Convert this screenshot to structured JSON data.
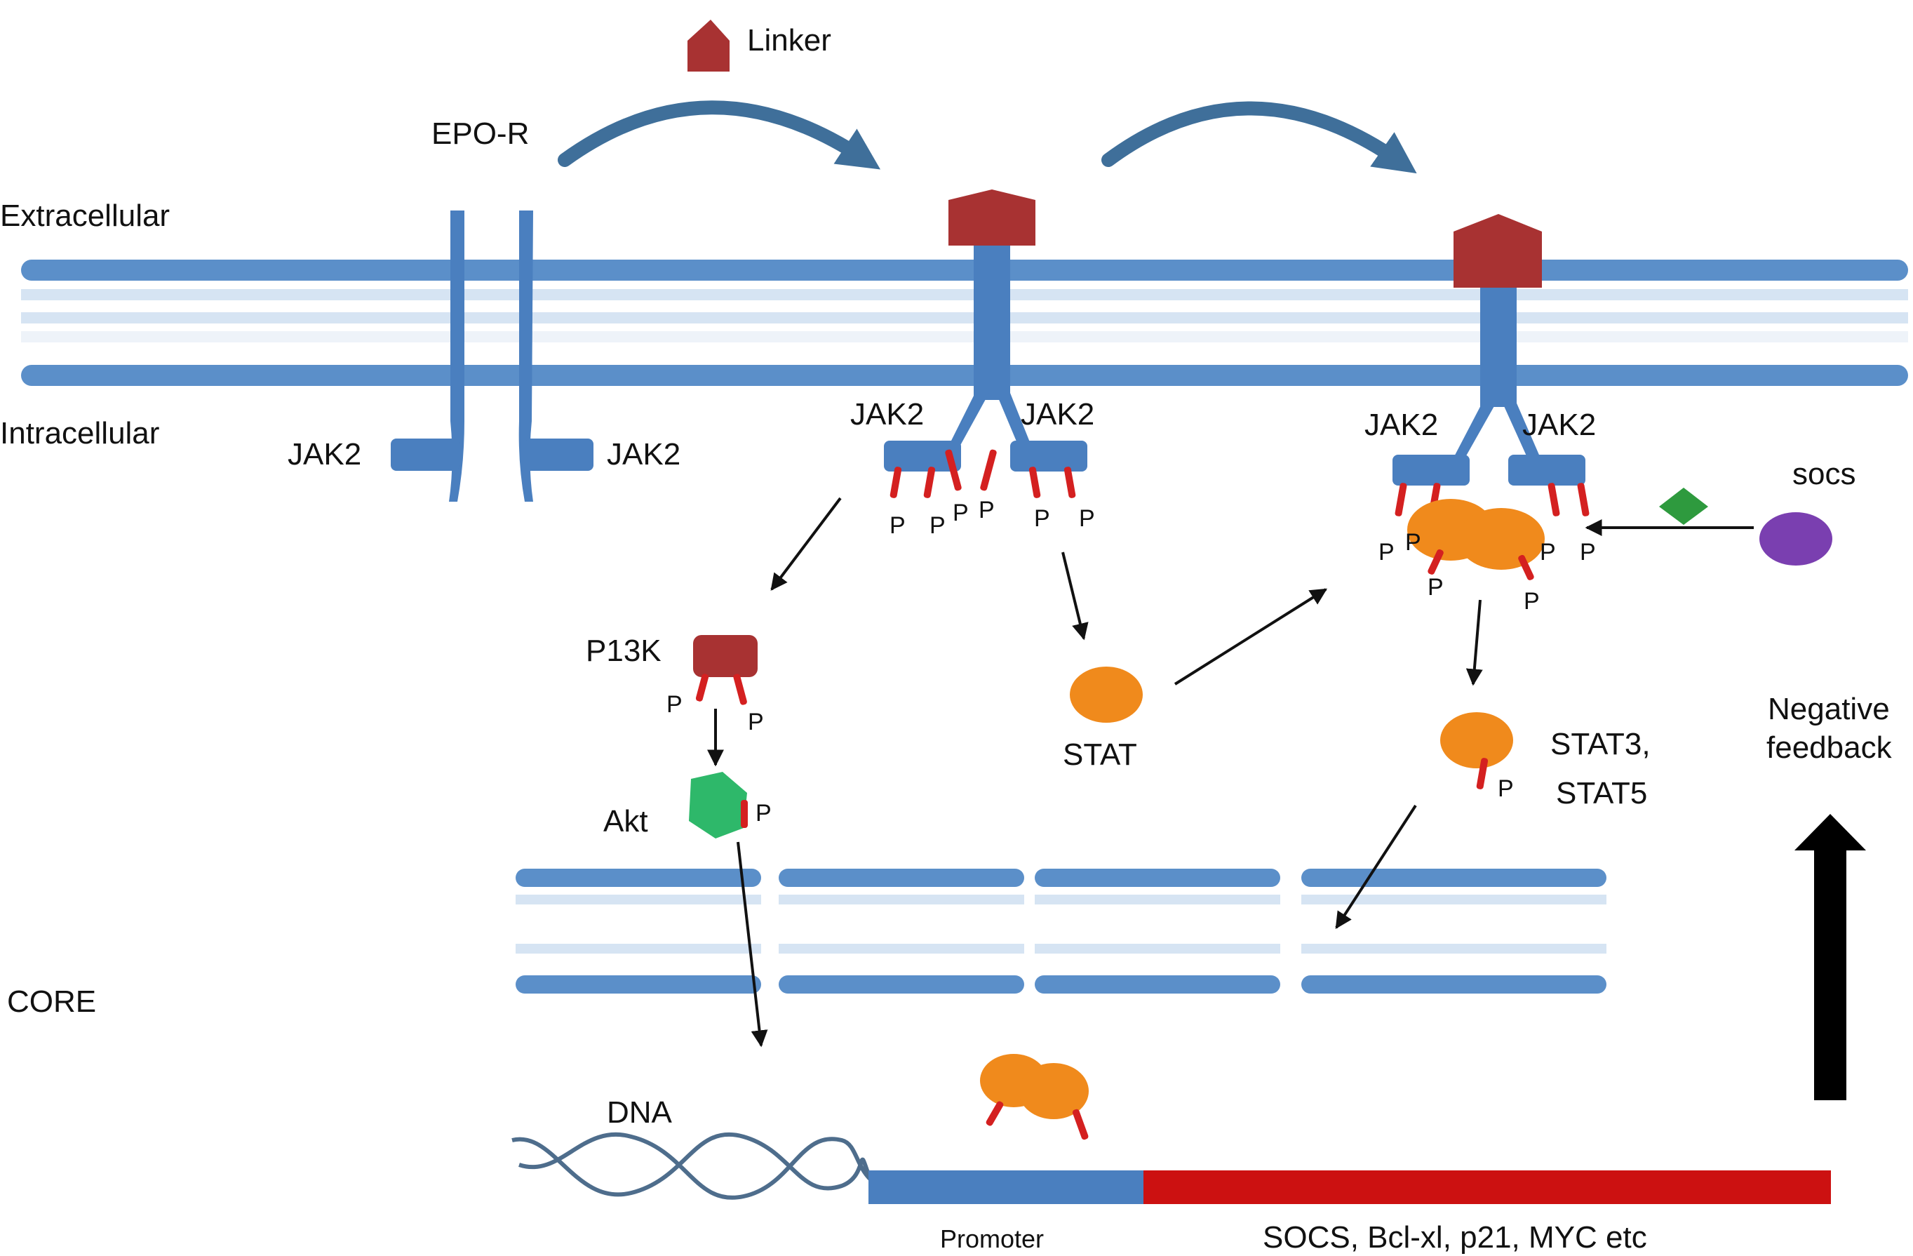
{
  "labels": {
    "linker": "Linker",
    "epo_r": "EPO-R",
    "extracellular": "Extracellular",
    "intracellular": "Intracellular",
    "jak2": "JAK2",
    "phospho": "P",
    "p13k": "P13K",
    "akt": "Akt",
    "stat": "STAT",
    "stat3": "STAT3,",
    "stat5": "STAT5",
    "socs": "socs",
    "negative": "Negative",
    "feedback": "feedback",
    "core": "CORE",
    "dna": "DNA",
    "promoter": "Promoter",
    "genes": "SOCS, Bcl-xl, p21, MYC etc"
  },
  "colors": {
    "membrane": "#5b8fc9",
    "receptor": "#4a7fbf",
    "linker": "#a83232",
    "phospho": "#d42020",
    "stat": "#f08a1c",
    "akt": "#2eb86a",
    "socs_protein": "#7a3fb0",
    "socs_inhibitor": "#2e9a3e",
    "promoter": "#4a7fbf",
    "gene": "#cc1111",
    "arrow": "#111111"
  }
}
